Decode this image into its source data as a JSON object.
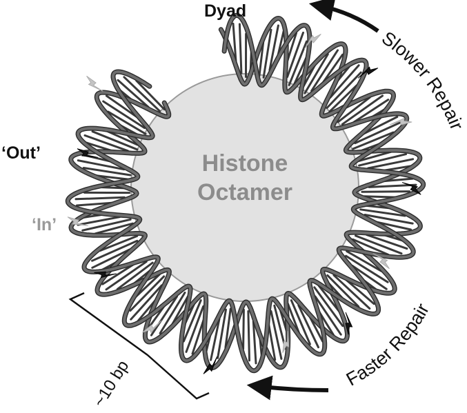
{
  "core": {
    "line1": "Histone",
    "line2": "Octamer"
  },
  "labels": {
    "dyad": "Dyad",
    "out": "‘Out’",
    "in": "‘In’",
    "slower": "Slower Repair",
    "faster": "Faster Repair",
    "bp": "~10 bp"
  },
  "colors": {
    "core_fill": "#e2e2e2",
    "core_stroke": "#9a9a9a",
    "dna_strand": "#6e6e6e",
    "dna_outline": "#2e2e2e",
    "base_pair": "#3a3a3a",
    "bolt_dark": "#151515",
    "bolt_light": "#c4c4c4",
    "text_dark": "#111111",
    "text_gray": "#9a9a9a"
  }
}
